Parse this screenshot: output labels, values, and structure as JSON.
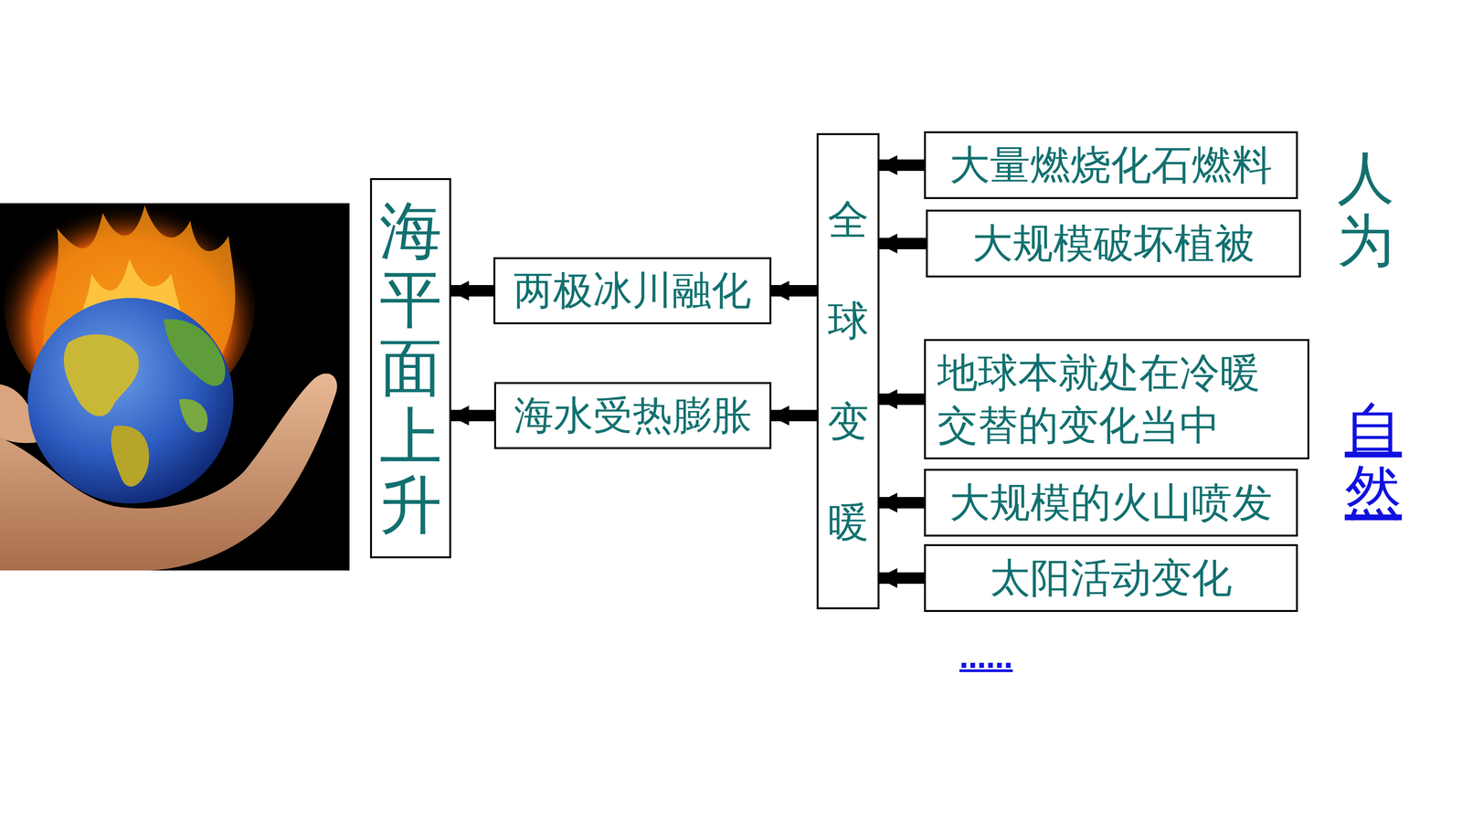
{
  "diagram": {
    "nodes": [
      {
        "text": [
          "海平面上升"
        ]
      },
      {
        "text": [
          "两极冰川融化"
        ]
      },
      {
        "text": [
          "海水受热膨胀"
        ]
      },
      {
        "text": [
          "全球变暖"
        ]
      },
      {
        "text": [
          "大量燃烧化石燃料"
        ]
      },
      {
        "text": [
          "大规模破坏植被"
        ]
      },
      {
        "text": [
          "地球本就处在冷暖交替的变化当中"
        ]
      },
      {
        "text": [
          "大规模的火山喷发"
        ]
      },
      {
        "text": [
          "太阳活动变化"
        ]
      }
    ],
    "edges": [
      {
        "from": 4,
        "to": 3,
        "arrow": "to"
      },
      {
        "from": 5,
        "to": 3,
        "arrow": "to"
      },
      {
        "from": 6,
        "to": 3,
        "arrow": "to"
      },
      {
        "from": 7,
        "to": 3,
        "arrow": "to"
      },
      {
        "from": 8,
        "to": 3,
        "arrow": "to"
      },
      {
        "from": 3,
        "to": 1,
        "arrow": "to"
      },
      {
        "from": 3,
        "to": 2,
        "arrow": "to"
      },
      {
        "from": 1,
        "to": 0,
        "arrow": "to"
      },
      {
        "from": 2,
        "to": 0,
        "arrow": "to"
      }
    ],
    "labels": [
      "人为",
      "自然",
      "……"
    ]
  }
}
